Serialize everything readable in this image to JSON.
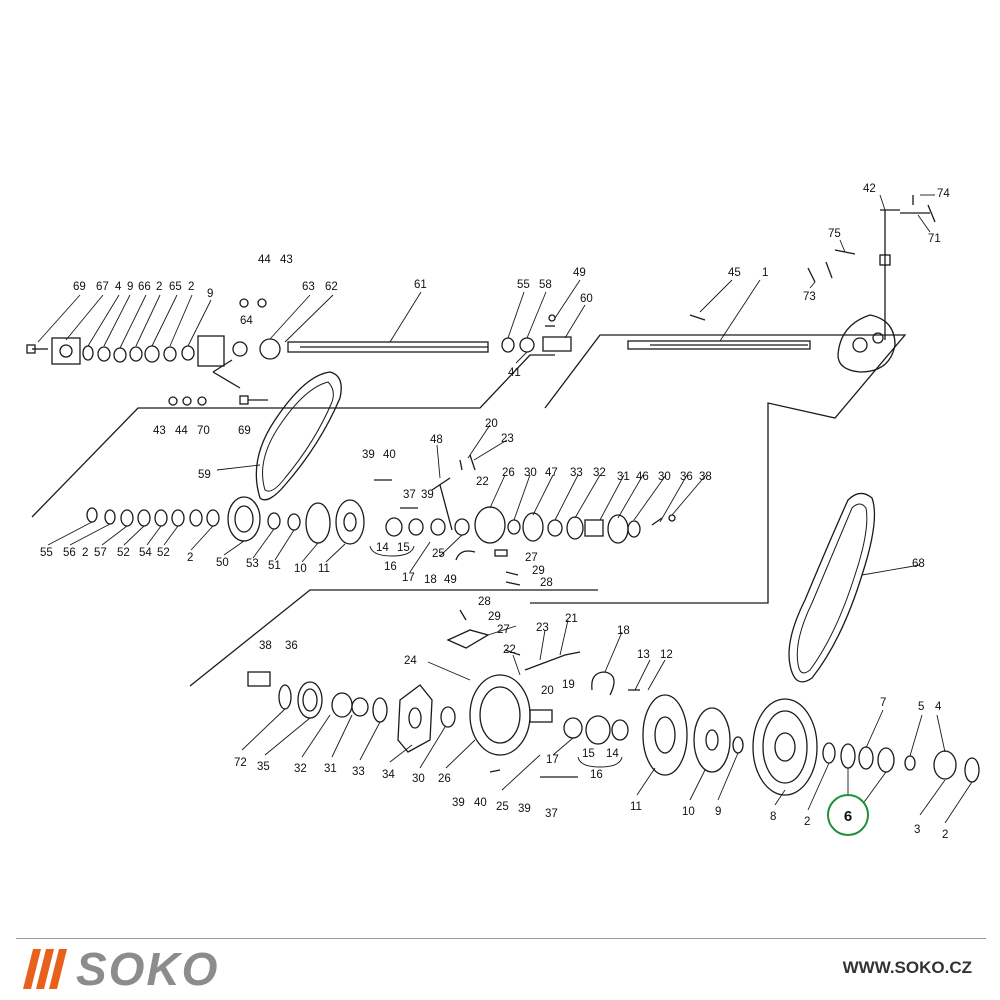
{
  "diagram": {
    "highlight_label": "6",
    "part_labels": [
      {
        "id": "p69a",
        "text": "69"
      },
      {
        "id": "p67",
        "text": "67"
      },
      {
        "id": "p4a",
        "text": "4"
      },
      {
        "id": "p9a",
        "text": "9"
      },
      {
        "id": "p66",
        "text": "66"
      },
      {
        "id": "p2a",
        "text": "2"
      },
      {
        "id": "p65",
        "text": "65"
      },
      {
        "id": "p2b",
        "text": "2"
      },
      {
        "id": "p9b",
        "text": "9"
      },
      {
        "id": "p44a",
        "text": "44"
      },
      {
        "id": "p43a",
        "text": "43"
      },
      {
        "id": "p63",
        "text": "63"
      },
      {
        "id": "p62",
        "text": "62"
      },
      {
        "id": "p64",
        "text": "64"
      },
      {
        "id": "p61",
        "text": "61"
      },
      {
        "id": "p55a",
        "text": "55"
      },
      {
        "id": "p58",
        "text": "58"
      },
      {
        "id": "p49a",
        "text": "49"
      },
      {
        "id": "p60",
        "text": "60"
      },
      {
        "id": "p41",
        "text": "41"
      },
      {
        "id": "p43b",
        "text": "43"
      },
      {
        "id": "p44b",
        "text": "44"
      },
      {
        "id": "p70",
        "text": "70"
      },
      {
        "id": "p69b",
        "text": "69"
      },
      {
        "id": "p42",
        "text": "42"
      },
      {
        "id": "p74",
        "text": "74"
      },
      {
        "id": "p71",
        "text": "71"
      },
      {
        "id": "p75",
        "text": "75"
      },
      {
        "id": "p73",
        "text": "73"
      },
      {
        "id": "p45",
        "text": "45"
      },
      {
        "id": "p1",
        "text": "1"
      },
      {
        "id": "p59",
        "text": "59"
      },
      {
        "id": "p20a",
        "text": "20"
      },
      {
        "id": "p23a",
        "text": "23"
      },
      {
        "id": "p48",
        "text": "48"
      },
      {
        "id": "p39a",
        "text": "39"
      },
      {
        "id": "p40a",
        "text": "40"
      },
      {
        "id": "p37a",
        "text": "37"
      },
      {
        "id": "p39b",
        "text": "39"
      },
      {
        "id": "p22a",
        "text": "22"
      },
      {
        "id": "p26a",
        "text": "26"
      },
      {
        "id": "p30a",
        "text": "30"
      },
      {
        "id": "p47",
        "text": "47"
      },
      {
        "id": "p33a",
        "text": "33"
      },
      {
        "id": "p32a",
        "text": "32"
      },
      {
        "id": "p31a",
        "text": "31"
      },
      {
        "id": "p46",
        "text": "46"
      },
      {
        "id": "p30b",
        "text": "30"
      },
      {
        "id": "p36a",
        "text": "36"
      },
      {
        "id": "p38a",
        "text": "38"
      },
      {
        "id": "p55b",
        "text": "55"
      },
      {
        "id": "p56",
        "text": "56"
      },
      {
        "id": "p2c",
        "text": "2"
      },
      {
        "id": "p57",
        "text": "57"
      },
      {
        "id": "p52a",
        "text": "52"
      },
      {
        "id": "p54",
        "text": "54"
      },
      {
        "id": "p52b",
        "text": "52"
      },
      {
        "id": "p2d",
        "text": "2"
      },
      {
        "id": "p50",
        "text": "50"
      },
      {
        "id": "p53",
        "text": "53"
      },
      {
        "id": "p51",
        "text": "51"
      },
      {
        "id": "p10a",
        "text": "10"
      },
      {
        "id": "p11a",
        "text": "11"
      },
      {
        "id": "p14a",
        "text": "14"
      },
      {
        "id": "p15a",
        "text": "15"
      },
      {
        "id": "p16a",
        "text": "16"
      },
      {
        "id": "p17a",
        "text": "17"
      },
      {
        "id": "p25a",
        "text": "25"
      },
      {
        "id": "p18a",
        "text": "18"
      },
      {
        "id": "p49b",
        "text": "49"
      },
      {
        "id": "p27a",
        "text": "27"
      },
      {
        "id": "p29a",
        "text": "29"
      },
      {
        "id": "p28a",
        "text": "28"
      },
      {
        "id": "p68",
        "text": "68"
      },
      {
        "id": "p28b",
        "text": "28"
      },
      {
        "id": "p29b",
        "text": "29"
      },
      {
        "id": "p27b",
        "text": "27"
      },
      {
        "id": "p21",
        "text": "21"
      },
      {
        "id": "p23b",
        "text": "23"
      },
      {
        "id": "p18b",
        "text": "18"
      },
      {
        "id": "p38b",
        "text": "38"
      },
      {
        "id": "p36b",
        "text": "36"
      },
      {
        "id": "p24",
        "text": "24"
      },
      {
        "id": "p22b",
        "text": "22"
      },
      {
        "id": "p13",
        "text": "13"
      },
      {
        "id": "p12",
        "text": "12"
      },
      {
        "id": "p20b",
        "text": "20"
      },
      {
        "id": "p19",
        "text": "19"
      },
      {
        "id": "p72",
        "text": "72"
      },
      {
        "id": "p35",
        "text": "35"
      },
      {
        "id": "p32b",
        "text": "32"
      },
      {
        "id": "p31b",
        "text": "31"
      },
      {
        "id": "p33b",
        "text": "33"
      },
      {
        "id": "p34",
        "text": "34"
      },
      {
        "id": "p30c",
        "text": "30"
      },
      {
        "id": "p26b",
        "text": "26"
      },
      {
        "id": "p17b",
        "text": "17"
      },
      {
        "id": "p15b",
        "text": "15"
      },
      {
        "id": "p14b",
        "text": "14"
      },
      {
        "id": "p16b",
        "text": "16"
      },
      {
        "id": "p39c",
        "text": "39"
      },
      {
        "id": "p40b",
        "text": "40"
      },
      {
        "id": "p25b",
        "text": "25"
      },
      {
        "id": "p39d",
        "text": "39"
      },
      {
        "id": "p37b",
        "text": "37"
      },
      {
        "id": "p11b",
        "text": "11"
      },
      {
        "id": "p10b",
        "text": "10"
      },
      {
        "id": "p9c",
        "text": "9"
      },
      {
        "id": "p8",
        "text": "8"
      },
      {
        "id": "p2e",
        "text": "2"
      },
      {
        "id": "p7",
        "text": "7"
      },
      {
        "id": "p5",
        "text": "5"
      },
      {
        "id": "p4b",
        "text": "4"
      },
      {
        "id": "p3",
        "text": "3"
      },
      {
        "id": "p2f",
        "text": "2"
      }
    ]
  },
  "footer": {
    "brand_name": "SOKO",
    "website": "WWW.SOKO.CZ",
    "brand_color": "#e8611a",
    "brand_text_color": "#8c8c8c",
    "highlight_color": "#1f8f3a"
  }
}
